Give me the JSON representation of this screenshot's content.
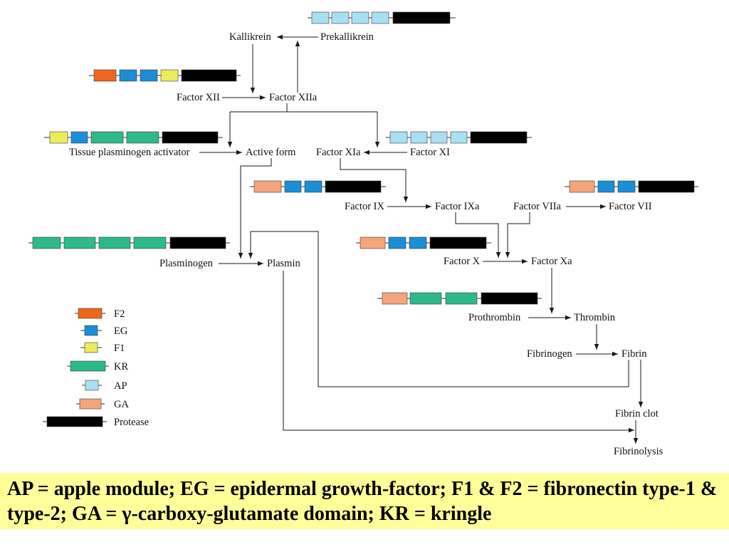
{
  "labels": {
    "kallikrein": "Kallikrein",
    "prekallikrein": "Prekallikrein",
    "factor_xii": "Factor XII",
    "factor_xiia": "Factor XIIa",
    "tpa": "Tissue plasminogen activator",
    "active_form": "Active form",
    "factor_xia": "Factor XIa",
    "factor_xi": "Factor XI",
    "factor_ix": "Factor IX",
    "factor_ixa": "Factor IXa",
    "factor_viia": "Factor VIIa",
    "factor_vii": "Factor VII",
    "plasminogen": "Plasminogen",
    "plasmin": "Plasmin",
    "factor_x": "Factor X",
    "factor_xa": "Factor Xa",
    "prothrombin": "Prothrombin",
    "thrombin": "Thrombin",
    "fibrinogen": "Fibrinogen",
    "fibrin": "Fibrin",
    "fibrin_clot": "Fibrin clot",
    "fibrinolysis": "Fibrinolysis"
  },
  "legend": [
    {
      "label": "F2",
      "color": "#F0661F"
    },
    {
      "label": "EG",
      "color": "#1B8ED6"
    },
    {
      "label": "F1",
      "color": "#ECEB5A"
    },
    {
      "label": "KR",
      "color": "#2EB98A"
    },
    {
      "label": "AP",
      "color": "#A9DFF0"
    },
    {
      "label": "GA",
      "color": "#F4A57C"
    },
    {
      "label": "Protease",
      "color": "#000000"
    }
  ],
  "caption": {
    "line1": "AP = apple module; EG = epidermal growth-factor; F1 & F2 = fibronectin type-1 &",
    "line2": "type-2; GA = γ-carboxy-glutamate domain; KR = kringle"
  },
  "colors": {
    "caption_background": "#FFFF99"
  }
}
